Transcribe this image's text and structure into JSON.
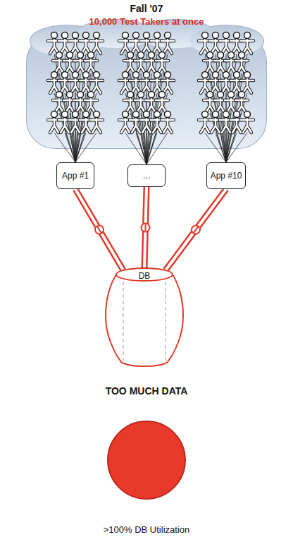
{
  "diagram": {
    "title": "Fall '07",
    "nodes": [
      {
        "text": [
          "App #1"
        ]
      },
      {
        "text": [
          "..."
        ]
      },
      {
        "text": [
          "App #10"
        ]
      },
      {
        "text": [
          "DB"
        ]
      }
    ],
    "edges": [
      {
        "from": 0,
        "to": 3,
        "arrow": "none"
      },
      {
        "from": 1,
        "to": 3,
        "arrow": "none"
      },
      {
        "from": 2,
        "to": 3,
        "arrow": "none"
      }
    ],
    "labels": [
      "10,000 Test Takers at once",
      "TOO MUCH DATA",
      ">100% DB Utilization"
    ]
  }
}
